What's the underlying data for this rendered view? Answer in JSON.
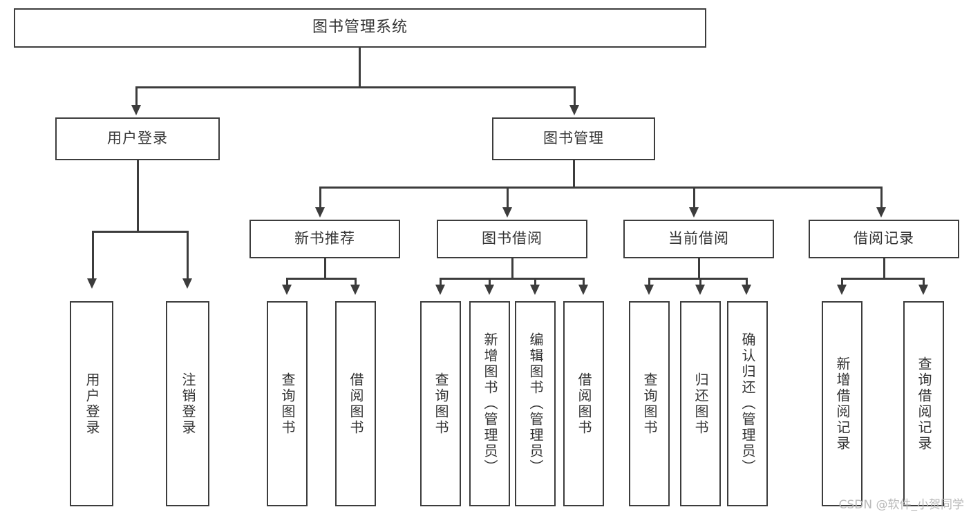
{
  "diagram": {
    "title": "图书管理系统",
    "root": {
      "id": "root",
      "label": "图书管理系统"
    },
    "level2": [
      {
        "id": "user-login",
        "label": "用户登录"
      },
      {
        "id": "book-manage",
        "label": "图书管理"
      }
    ],
    "level3": [
      {
        "id": "new-book-recommend",
        "label": "新书推荐",
        "parent": "book-manage"
      },
      {
        "id": "book-borrow",
        "label": "图书借阅",
        "parent": "book-manage"
      },
      {
        "id": "current-borrow",
        "label": "当前借阅",
        "parent": "book-manage"
      },
      {
        "id": "borrow-record",
        "label": "借阅记录",
        "parent": "book-manage"
      }
    ],
    "leaves": [
      {
        "id": "leaf-user-login",
        "label": "用户登录",
        "parent": "user-login"
      },
      {
        "id": "leaf-user-logout",
        "label": "注销登录",
        "parent": "user-login"
      },
      {
        "id": "leaf-query-book-1",
        "label": "查询图书",
        "parent": "new-book-recommend"
      },
      {
        "id": "leaf-borrow-book-1",
        "label": "借阅图书",
        "parent": "new-book-recommend"
      },
      {
        "id": "leaf-query-book-2",
        "label": "查询图书",
        "parent": "book-borrow"
      },
      {
        "id": "leaf-add-book",
        "label": "新增图书（管理员）",
        "parent": "book-borrow"
      },
      {
        "id": "leaf-edit-book",
        "label": "编辑图书（管理员）",
        "parent": "book-borrow"
      },
      {
        "id": "leaf-borrow-book-2",
        "label": "借阅图书",
        "parent": "book-borrow"
      },
      {
        "id": "leaf-query-book-3",
        "label": "查询图书",
        "parent": "current-borrow"
      },
      {
        "id": "leaf-return-book",
        "label": "归还图书",
        "parent": "current-borrow"
      },
      {
        "id": "leaf-confirm-return",
        "label": "确认归还（管理员）",
        "parent": "current-borrow"
      },
      {
        "id": "leaf-add-record",
        "label": "新增借阅记录",
        "parent": "borrow-record"
      },
      {
        "id": "leaf-query-record",
        "label": "查询借阅记录",
        "parent": "borrow-record"
      }
    ]
  },
  "watermark": {
    "text": "CSDN @软件_小贺同学"
  },
  "colors": {
    "border": "#3c3c3c",
    "text": "#333333",
    "background": "#ffffff",
    "watermark": "#b9b9b9"
  }
}
